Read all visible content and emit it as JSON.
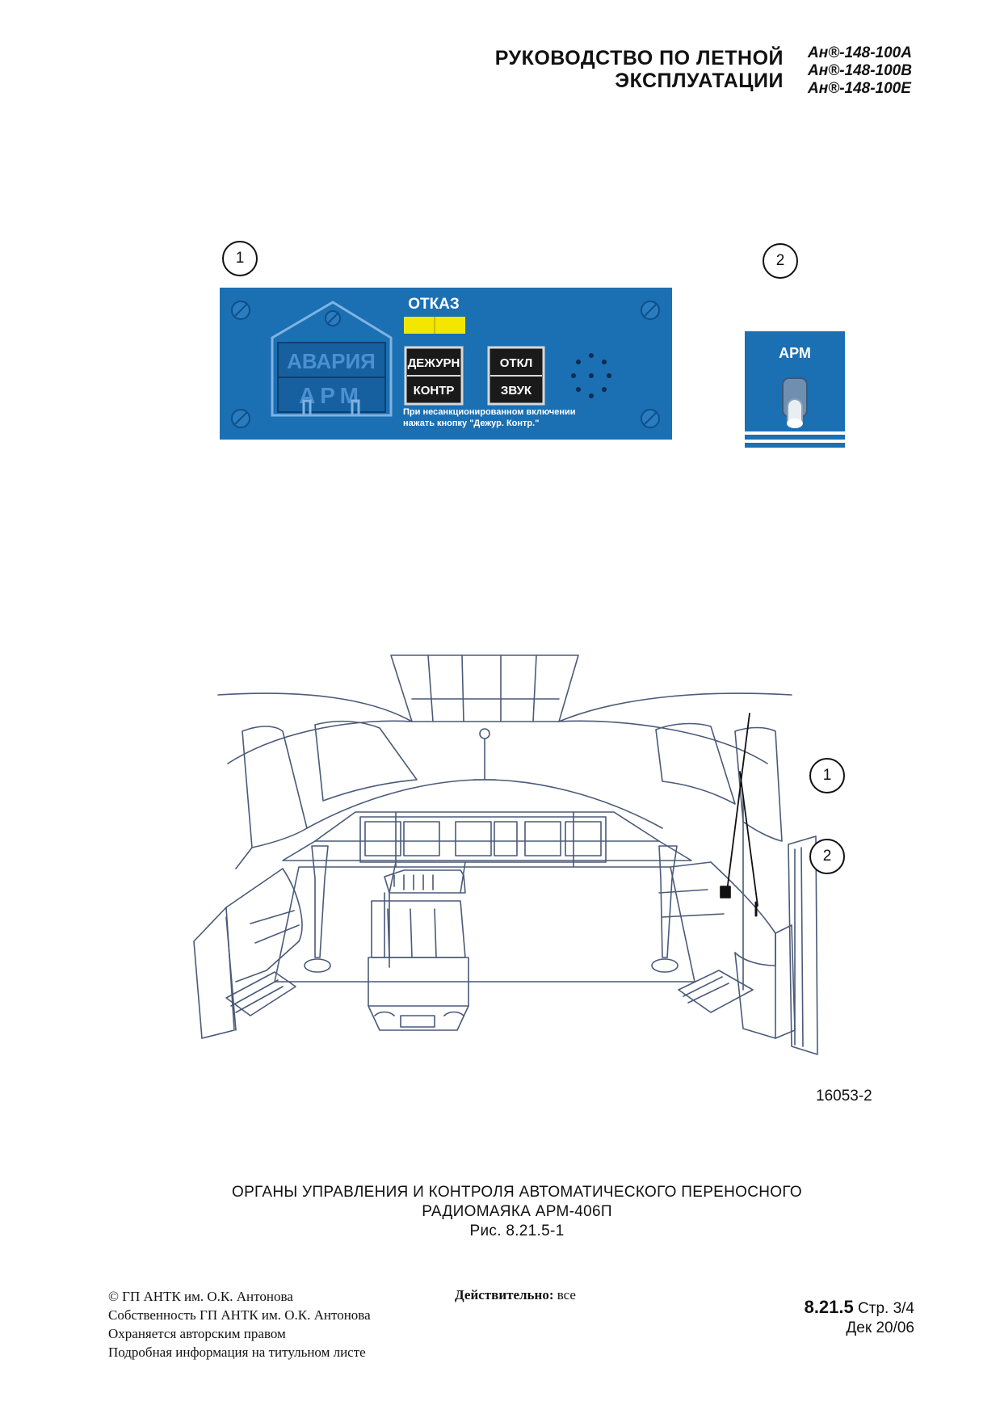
{
  "header": {
    "title_line1": "РУКОВОДСТВО ПО ЛЕТНОЙ",
    "title_line2": "ЭКСПЛУАТАЦИИ",
    "models": [
      "Ан®-148-100A",
      "Ан®-148-100B",
      "Ан®-148-100E"
    ]
  },
  "panel": {
    "callout": "1",
    "fault_label": "ОТКАЗ",
    "emergency_line1": "АВАРИЯ",
    "emergency_line2": "АРМ",
    "btn_standby_line1": "ДЕЖУРН",
    "btn_standby_line2": "КОНТР",
    "btn_mute_line1": "ОТКЛ",
    "btn_mute_line2": "ЗВУК",
    "note_line1": "При несанкционированном включении",
    "note_line2": "нажать кнопку \"Дежур. Контр.\"",
    "colors": {
      "panel": "#1b6fb3",
      "fault_lamp": "#f3e600",
      "emergency_text": "#2e7fc4"
    }
  },
  "switch_panel": {
    "callout": "2",
    "label": "АРМ"
  },
  "cockpit": {
    "callout_1": "1",
    "callout_2": "2"
  },
  "figure": {
    "number": "16053-2",
    "caption_line1": "ОРГАНЫ УПРАВЛЕНИЯ И КОНТРОЛЯ АВТОМАТИЧЕСКОГО ПЕРЕНОСНОГО",
    "caption_line2": "РАДИОМАЯКА АРМ-406П",
    "caption_line3": "Рис. 8.21.5-1"
  },
  "footer": {
    "copyright": "© ГП АНТК им. О.К. Антонова",
    "property": "Собственность ГП АНТК им. О.К. Антонова",
    "protected": "Охраняется авторским правом",
    "details": "Подробная информация на титульном листе",
    "valid_label": "Действительно:",
    "valid_value": "все",
    "section": "8.21.5",
    "page": "Стр. 3/4",
    "date": "Дек 20/06"
  }
}
